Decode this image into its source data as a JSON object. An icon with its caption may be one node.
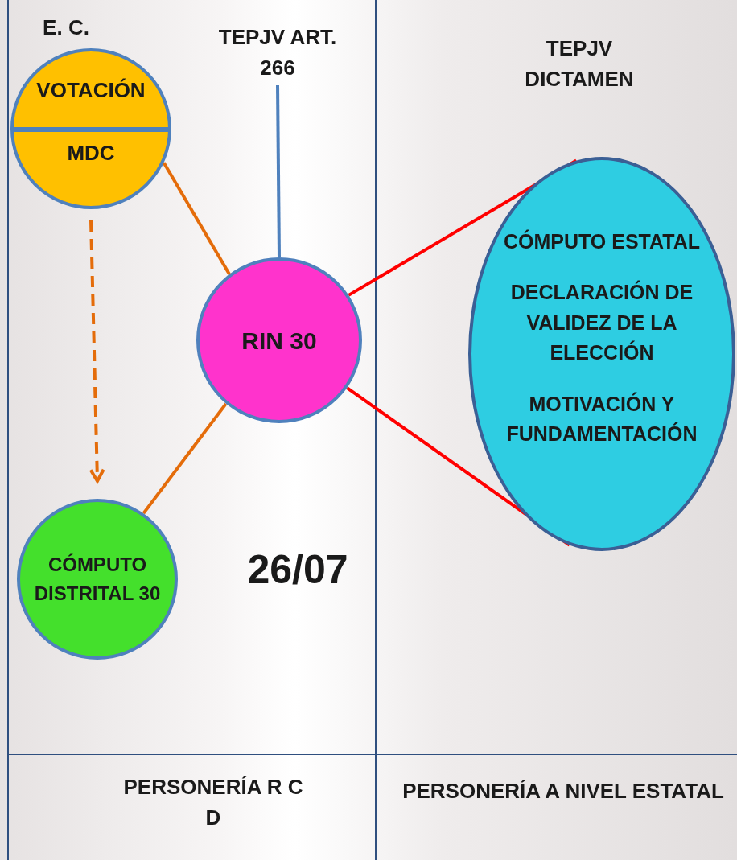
{
  "diagram": {
    "nodes": [
      {
        "text": [
          "VOTACIÓN",
          "MDC"
        ],
        "beside": [
          "E. C."
        ]
      },
      {
        "text": [
          "TEPJV ART. 266"
        ]
      },
      {
        "text": [
          "RIN 30"
        ]
      },
      {
        "text": [
          "CÓMPUTO ESTATAL",
          "DECLARACIÓN DE VALIDEZ DE LA ELECCIÓN",
          "MOTIVACIÓN Y FUNDAMENTACIÓN"
        ]
      },
      {
        "text": [
          "CÓMPUTO DISTRITAL 30"
        ]
      }
    ],
    "edges": [
      {
        "from": 0,
        "to": 2,
        "arrow": "none",
        "color": "#e46c0a"
      },
      {
        "from": 1,
        "to": 2,
        "arrow": "none",
        "color": "#4f81bd"
      },
      {
        "from": 2,
        "to": 3,
        "arrow": "none",
        "color": "#ff0000"
      },
      {
        "from": 2,
        "to": 3,
        "arrow": "none",
        "color": "#ff0000"
      },
      {
        "from": 0,
        "to": 4,
        "arrow": "to",
        "style": "dashed",
        "color": "#e46c0a"
      },
      {
        "from": 4,
        "to": 2,
        "arrow": "none",
        "color": "#e46c0a"
      }
    ],
    "labels": [
      "TEPJV DICTAMEN",
      "26/07",
      "PERSONERÍA R C D",
      "PERSONERÍA A NIVEL ESTATAL"
    ]
  }
}
